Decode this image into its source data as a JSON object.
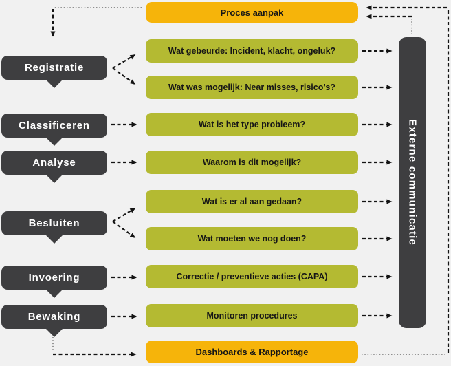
{
  "colors": {
    "background": "#f1f1f1",
    "dark_box": "#3e3e40",
    "olive_box": "#b4ba32",
    "orange_box": "#f6b40a",
    "light_text": "#ffffff",
    "dark_text": "#161616"
  },
  "top_banner": {
    "label": "Proces aanpak"
  },
  "bottom_banner": {
    "label": "Dashboards & Rapportage"
  },
  "right_bar": {
    "label": "Externe communicatie"
  },
  "stages": [
    {
      "label": "Registratie"
    },
    {
      "label": "Classificeren"
    },
    {
      "label": "Analyse"
    },
    {
      "label": "Besluiten"
    },
    {
      "label": "Invoering"
    },
    {
      "label": "Bewaking"
    }
  ],
  "questions": [
    {
      "label": "Wat gebeurde: Incident, klacht, ongeluk?"
    },
    {
      "label": "Wat was mogelijk: Near misses, risico’s?"
    },
    {
      "label": "Wat is het type probleem?"
    },
    {
      "label": "Waarom is dit mogelijk?"
    },
    {
      "label": "Wat is er al aan gedaan?"
    },
    {
      "label": "Wat moeten we nog doen?"
    },
    {
      "label": "Correctie / preventieve acties (CAPA)"
    },
    {
      "label": "Monitoren procedures"
    }
  ]
}
